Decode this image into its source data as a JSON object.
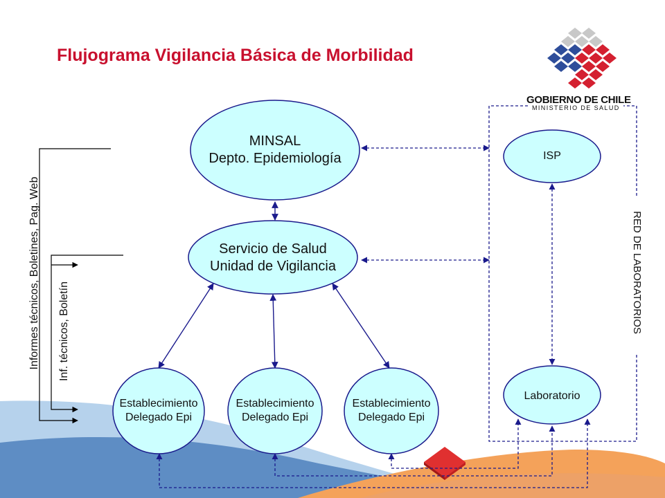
{
  "title": "Flujograma Vigilancia Básica de Morbilidad",
  "logo": {
    "line1": "GOBIERNO DE CHILE",
    "line2": "MINISTERIO DE SALUD"
  },
  "nodes": {
    "minsal": {
      "line1": "MINSAL",
      "line2": "Depto. Epidemiología"
    },
    "servicio": {
      "line1": "Servicio de Salud",
      "line2": "Unidad de Vigilancia"
    },
    "establecimiento_1": {
      "line1": "Establecimiento",
      "line2": "Delegado Epi"
    },
    "establecimiento_2": {
      "line1": "Establecimiento",
      "line2": "Delegado Epi"
    },
    "establecimiento_3": {
      "line1": "Establecimiento",
      "line2": "Delegado Epi"
    },
    "isp": {
      "label": "ISP"
    },
    "laboratorio": {
      "label": "Laboratorio"
    }
  },
  "side_labels": {
    "informes": "Informes técnicos, Boletines, Pag. Web",
    "inf": "Inf. técnicos, Boletín",
    "red": "RED DE LABORATORIOS"
  },
  "colors": {
    "title": "#c8102e",
    "node_fill": "#ccffff",
    "arrow": "#1a1a8c"
  }
}
